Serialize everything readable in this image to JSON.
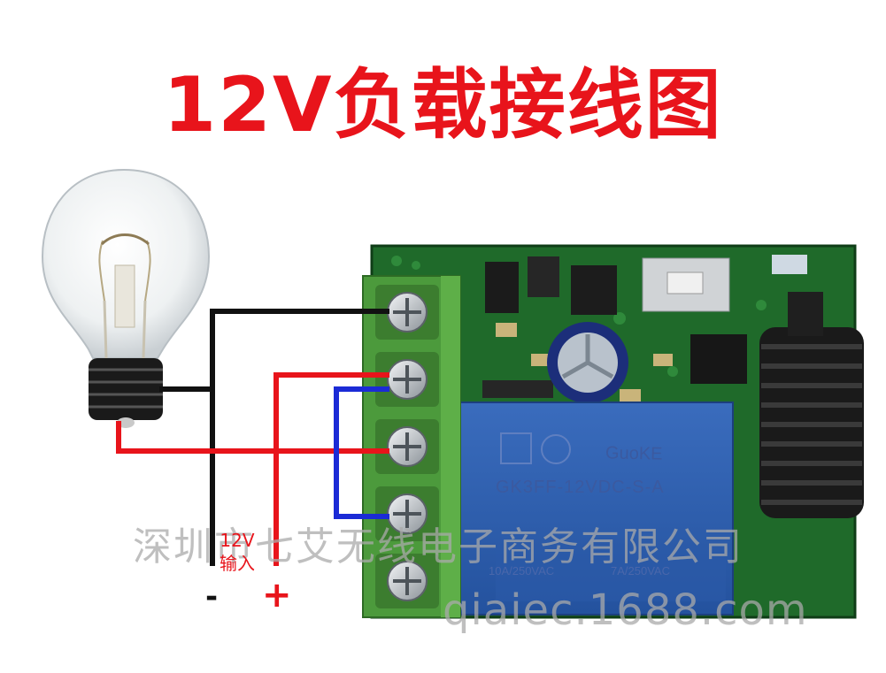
{
  "title": "12V负载接线图",
  "labels": {
    "input_line1": "12V",
    "input_line2": "输入",
    "minus": "-",
    "plus": "+"
  },
  "relay": {
    "brand": "GuoKE",
    "model": "GK3FF-12VDC-S-A",
    "rating_left": "10A/250VAC",
    "rating_right": "7A/250VAC"
  },
  "watermark": {
    "company": "深圳市七艾无线电子商务有限公司",
    "url": "qiaiec.1688.com"
  },
  "colors": {
    "title": "#e8141b",
    "wire_negative": "#111111",
    "wire_positive": "#e8141b",
    "wire_jumper": "#1b2bd6",
    "pcb": "#1f6a2a",
    "terminal_block": "#4c9a3c",
    "relay": "#2f5fae"
  }
}
